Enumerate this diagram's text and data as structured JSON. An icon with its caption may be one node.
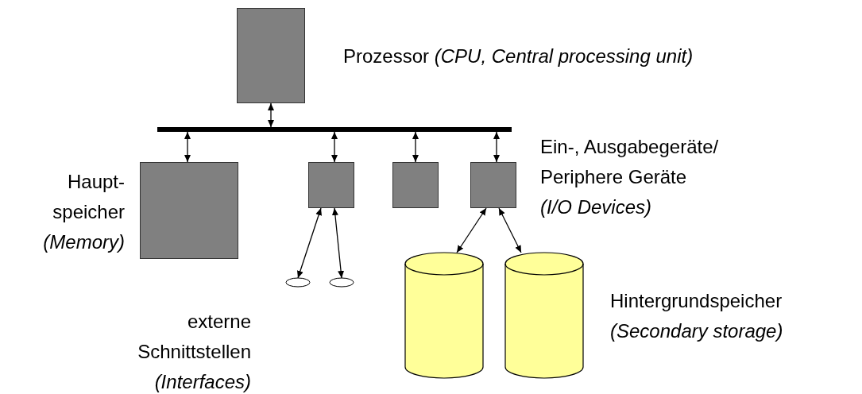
{
  "diagram": {
    "nodes": [
      {
        "text": [
          "Prozessor",
          "(CPU, Central processing unit)"
        ]
      },
      {
        "text": [],
        "shape": "bar"
      },
      {
        "text": [
          "Haupt- speicher",
          "(Memory)"
        ]
      },
      {
        "text": [],
        "shape": "box"
      },
      {
        "text": [],
        "shape": "box"
      },
      {
        "text": [
          "Ein-, Ausgabegeräte/ Periphere Geräte",
          "(I/O Devices)"
        ]
      },
      {
        "text": [],
        "shape": "ellipse"
      },
      {
        "text": [],
        "shape": "ellipse"
      },
      {
        "text": [],
        "shape": "cylinder"
      },
      {
        "text": [
          "Hintergrundspeicher",
          "(Secondary storage)"
        ]
      }
    ],
    "edges": [
      {
        "from": 0,
        "to": 1,
        "arrow": "both"
      },
      {
        "from": 1,
        "to": 2,
        "arrow": "both"
      },
      {
        "from": 1,
        "to": 3,
        "arrow": "both"
      },
      {
        "from": 1,
        "to": 4,
        "arrow": "both"
      },
      {
        "from": 1,
        "to": 5,
        "arrow": "both"
      },
      {
        "from": 3,
        "to": 6,
        "arrow": "both"
      },
      {
        "from": 3,
        "to": 7,
        "arrow": "both"
      },
      {
        "from": 5,
        "to": 8,
        "arrow": "both"
      },
      {
        "from": 5,
        "to": 9,
        "arrow": "both"
      }
    ],
    "labels": [
      "externe Schnittstellen",
      "(Interfaces)"
    ]
  }
}
